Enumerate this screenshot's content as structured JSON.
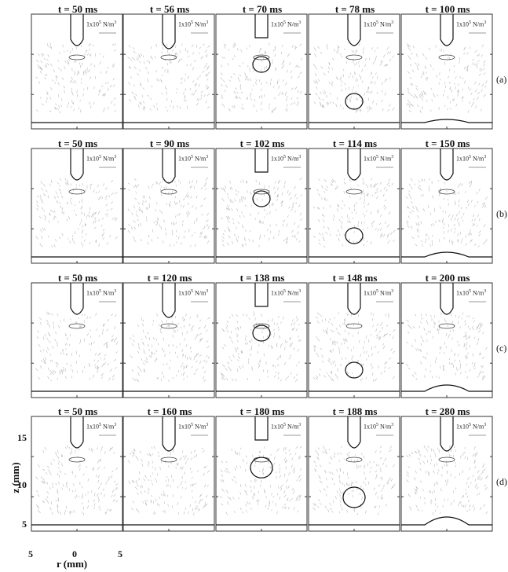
{
  "rows": [
    {
      "label": "(a)",
      "times": [
        "t = 50 ms",
        "t = 56 ms",
        "t = 70 ms",
        "t = 78 ms",
        "t = 100 ms"
      ]
    },
    {
      "label": "(b)",
      "times": [
        "t = 50 ms",
        "t = 90 ms",
        "t = 102 ms",
        "t = 114 ms",
        "t = 150 ms"
      ]
    },
    {
      "label": "(c)",
      "times": [
        "t = 50 ms",
        "t = 120 ms",
        "t = 138 ms",
        "t = 148 ms",
        "t = 200 ms"
      ]
    },
    {
      "label": "(d)",
      "times": [
        "t = 50 ms",
        "t = 160 ms",
        "t = 180 ms",
        "t = 188 ms",
        "t = 280 ms"
      ]
    }
  ],
  "scale_text": "1x10",
  "scale_exp": "5",
  "scale_unit": " N/m",
  "scale_unit_exp": "3",
  "z_axis_label": "z (mm)",
  "r_axis_label": "r (mm)",
  "z_ticks": [
    "15",
    "10",
    "5"
  ],
  "r_ticks": [
    "5",
    "0",
    "5"
  ],
  "colors": {
    "frame": "#333333",
    "arrows": "#b8b8b8",
    "interface": "#111111"
  }
}
